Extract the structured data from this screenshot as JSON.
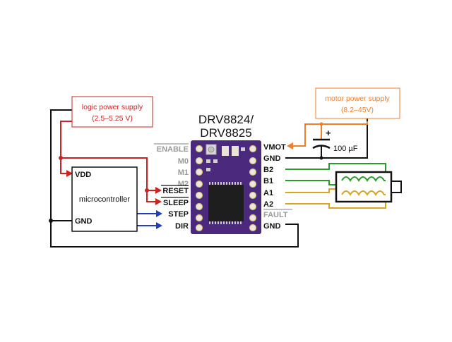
{
  "title": {
    "line1": "DRV8824/",
    "line2": "DRV8825"
  },
  "logic_supply": {
    "line1": "logic power supply",
    "line2": "(2.5–5.25 V)",
    "color": "#cc2222"
  },
  "motor_supply": {
    "line1": "motor power supply",
    "line2": "(8.2–45V)",
    "color": "#f07f2a"
  },
  "microcontroller": {
    "label": "microcontroller",
    "pin_vdd": "VDD",
    "pin_gnd": "GND"
  },
  "pins_left": {
    "enable": "ENABLE",
    "m0": "M0",
    "m1": "M1",
    "m2": "M2",
    "reset": "RESET",
    "sleep": "SLEEP",
    "step": "STEP",
    "dir": "DIR"
  },
  "pins_right": {
    "vmot": "VMOT",
    "gnd_top": "GND",
    "b2": "B2",
    "b1": "B1",
    "a1": "A1",
    "a2": "A2",
    "fault": "FAULT",
    "gnd_bottom": "GND"
  },
  "capacitor": {
    "label": "100 µF",
    "polarity": "+"
  },
  "colors": {
    "logic_wire": "#cc2222",
    "signal_wire": "#1f3fbf",
    "ground_wire": "#111111",
    "motor_supply_wire": "#f07f2a",
    "coil_b": "#2a9a2a",
    "coil_a": "#d9a520",
    "inactive_pin": "#9a9a9a",
    "board": "#4b2a7d"
  }
}
